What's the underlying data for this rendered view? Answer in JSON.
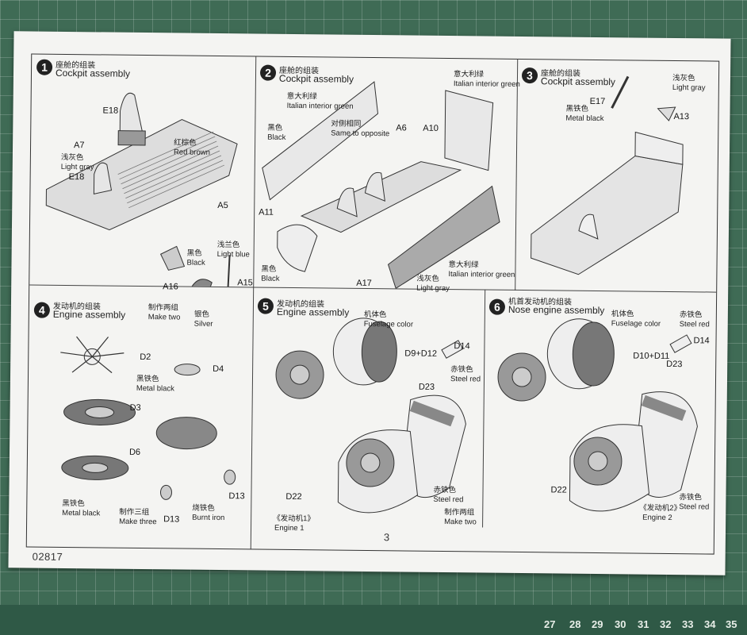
{
  "page": {
    "number": "3",
    "code": "02817"
  },
  "steps": [
    {
      "num": "1",
      "cn": "座舱的组装",
      "en": "Cockpit assembly",
      "parts": [
        "E18",
        "A7",
        "E18",
        "A5",
        "A16",
        "A15"
      ],
      "labels": [
        {
          "cn": "红棕色",
          "en": "Red brown"
        },
        {
          "cn": "浅灰色",
          "en": "Light gray"
        },
        {
          "cn": "黑色",
          "en": "Black"
        },
        {
          "cn": "浅兰色",
          "en": "Light blue"
        },
        {
          "cn": "制作两组",
          "en": "Make two"
        },
        {
          "cn": "银色",
          "en": "Silver"
        }
      ]
    },
    {
      "num": "2",
      "cn": "座舱的组装",
      "en": "Cockpit assembly",
      "parts": [
        "A6",
        "A10",
        "A11",
        "A17"
      ],
      "labels": [
        {
          "cn": "意大利绿",
          "en": "Italian interior green"
        },
        {
          "cn": "黑色",
          "en": "Black"
        },
        {
          "cn": "对侧相同",
          "en": "Same to opposite"
        },
        {
          "cn": "意大利绿",
          "en": "Italian interior green"
        },
        {
          "cn": "黑色",
          "en": "Black"
        },
        {
          "cn": "意大利绿",
          "en": "Italian interior green"
        },
        {
          "cn": "浅灰色",
          "en": "Light gray"
        }
      ]
    },
    {
      "num": "3",
      "cn": "座舱的组装",
      "en": "Cockpit assembly",
      "parts": [
        "E17",
        "A13"
      ],
      "labels": [
        {
          "cn": "浅灰色",
          "en": "Light gray"
        },
        {
          "cn": "黑铁色",
          "en": "Metal black"
        }
      ]
    },
    {
      "num": "4",
      "cn": "发动机的组装",
      "en": "Engine assembly",
      "parts": [
        "D2",
        "D4",
        "D3",
        "D6",
        "D13",
        "D13"
      ],
      "labels": [
        {
          "cn": "黑铁色",
          "en": "Metal black"
        },
        {
          "cn": "黑铁色",
          "en": "Metal black"
        },
        {
          "cn": "制作三组",
          "en": "Make three"
        },
        {
          "cn": "烧铁色",
          "en": "Burnt iron"
        }
      ]
    },
    {
      "num": "5",
      "cn": "发动机的组装",
      "en": "Engine assembly",
      "parts": [
        "D9+D12",
        "D14",
        "D23",
        "D22"
      ],
      "labels": [
        {
          "cn": "机体色",
          "en": "Fuselage color"
        },
        {
          "cn": "赤铁色",
          "en": "Steel red"
        },
        {
          "cn": "赤铁色",
          "en": "Steel red"
        },
        {
          "cn": "制作两组",
          "en": "Make two"
        },
        {
          "cn": "《发动机1》",
          "en": "Engine 1"
        }
      ]
    },
    {
      "num": "6",
      "cn": "机首发动机的组装",
      "en": "Nose engine assembly",
      "parts": [
        "D10+D11",
        "D14",
        "D23",
        "D22"
      ],
      "labels": [
        {
          "cn": "机体色",
          "en": "Fuselage color"
        },
        {
          "cn": "赤铁色",
          "en": "Steel red"
        },
        {
          "cn": "《发动机2》",
          "en": "Engine 2"
        },
        {
          "cn": "赤铁色",
          "en": "Steel red"
        }
      ]
    }
  ],
  "ruler": [
    "27",
    "28",
    "29",
    "30",
    "31",
    "32",
    "33",
    "34",
    "35"
  ]
}
